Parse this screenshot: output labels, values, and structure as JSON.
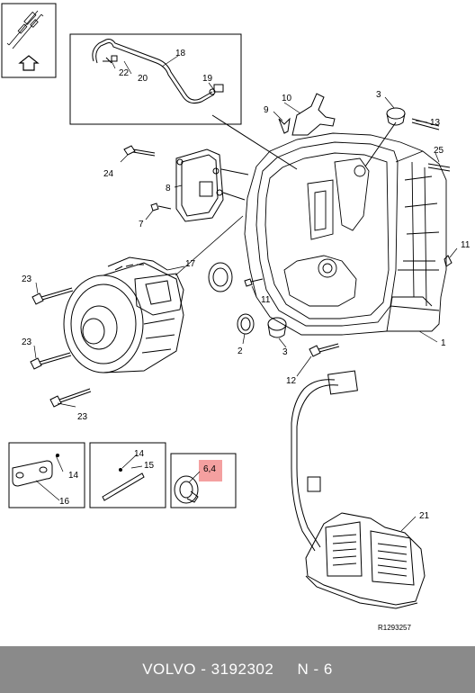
{
  "callouts": {
    "c1": "1",
    "c2": "2",
    "c3a": "3",
    "c3b": "3",
    "c64": "6,4",
    "c7": "7",
    "c8": "8",
    "c9": "9",
    "c10": "10",
    "c11a": "11",
    "c11b": "11",
    "c12": "12",
    "c13": "13",
    "c14a": "14",
    "c14b": "14",
    "c15": "15",
    "c16": "16",
    "c17": "17",
    "c18": "18",
    "c19": "19",
    "c20": "20",
    "c21": "21",
    "c22": "22",
    "c23a": "23",
    "c23b": "23",
    "c23c": "23",
    "c24": "24",
    "c25": "25"
  },
  "figure_id": "R1293257",
  "footer": {
    "brand": "VOLVO",
    "separator": " - ",
    "part_number": "3192302",
    "page": "N - 6"
  },
  "colors": {
    "footer_bg": "#8a8a8a",
    "highlight": "#f4a0a0",
    "line": "#000000"
  }
}
